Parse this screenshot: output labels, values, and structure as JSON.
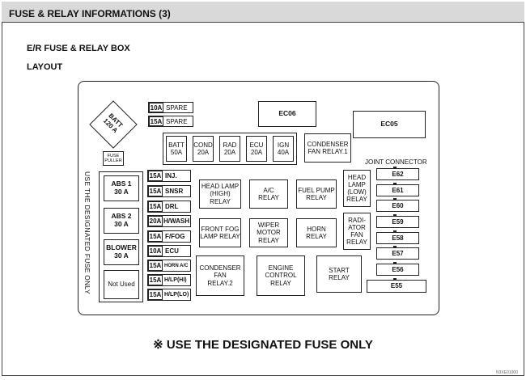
{
  "header": {
    "title": "FUSE & RELAY INFORMATIONS (3)"
  },
  "subtitle_box": "E/R FUSE & RELAY BOX",
  "subtitle_layout": "LAYOUT",
  "batt_diamond": {
    "line1": "BATT",
    "line2": "120 A"
  },
  "top_fuses": [
    {
      "amp": "10A",
      "label": "SPARE"
    },
    {
      "amp": "15A",
      "label": "SPARE"
    }
  ],
  "connectors": {
    "ec06": "EC06",
    "ec05": "EC05"
  },
  "fuse_puller": {
    "line1": "FUSE",
    "line2": "PULLER"
  },
  "mid_fuses": [
    {
      "line1": "BATT",
      "line2": "50A"
    },
    {
      "line1": "COND",
      "line2": "20A"
    },
    {
      "line1": "RAD",
      "line2": "20A"
    },
    {
      "line1": "ECU",
      "line2": "20A"
    },
    {
      "line1": "IGN",
      "line2": "40A"
    }
  ],
  "condenser_fan_relay1": {
    "line1": "CONDENSER",
    "line2": "FAN RELAY.1"
  },
  "joint_connector": "JOINT CONNECTOR",
  "vertical_note": "USE THE DESIGNATED FUSE ONLY",
  "big_fuses": [
    {
      "line1": "ABS 1",
      "line2": "30 A"
    },
    {
      "line1": "ABS 2",
      "line2": "30 A"
    },
    {
      "line1": "BLOWER",
      "line2": "30 A"
    },
    {
      "line1": "Not Used",
      "line2": ""
    }
  ],
  "fuse_column": [
    {
      "amp": "15A",
      "label": "INJ."
    },
    {
      "amp": "15A",
      "label": "SNSR"
    },
    {
      "amp": "15A",
      "label": "DRL"
    },
    {
      "amp": "20A",
      "label": "H/WASH"
    },
    {
      "amp": "15A",
      "label": "F/FOG"
    },
    {
      "amp": "10A",
      "label": "ECU"
    },
    {
      "amp": "15A",
      "label": "HORN A/C"
    },
    {
      "amp": "15A",
      "label": "H/LP(HI)"
    },
    {
      "amp": "15A",
      "label": "H/LP(LO)"
    }
  ],
  "relays": {
    "head_lamp_high": {
      "line1": "HEAD LAMP",
      "line2": "(HIGH) RELAY"
    },
    "ac": {
      "line1": "A/C",
      "line2": "RELAY"
    },
    "fuel_pump": {
      "line1": "FUEL PUMP",
      "line2": "RELAY"
    },
    "front_fog": {
      "line1": "FRONT FOG",
      "line2": "LAMP RELAY"
    },
    "wiper_motor": {
      "line1": "WIPER",
      "line2": "MOTOR",
      "line3": "RELAY"
    },
    "horn": {
      "line1": "HORN",
      "line2": "RELAY"
    },
    "condenser_fan2": {
      "line1": "CONDENSER",
      "line2": "FAN",
      "line3": "RELAY.2"
    },
    "engine_control": {
      "line1": "ENGINE",
      "line2": "CONTROL",
      "line3": "RELAY"
    },
    "start": {
      "line1": "START",
      "line2": "RELAY"
    },
    "head_lamp_low": {
      "line1": "HEAD",
      "line2": "LAMP",
      "line3": "(LOW)",
      "line4": "RELAY"
    },
    "radiator_fan": {
      "line1": "RADI-",
      "line2": "ATOR",
      "line3": "FAN",
      "line4": "RELAY"
    }
  },
  "e_connectors": [
    "E62",
    "E61",
    "E60",
    "E59",
    "E58",
    "E57",
    "E56",
    "E55"
  ],
  "footer": "※ USE THE DESIGNATED FUSE ONLY",
  "image_code": "N3XE01000"
}
